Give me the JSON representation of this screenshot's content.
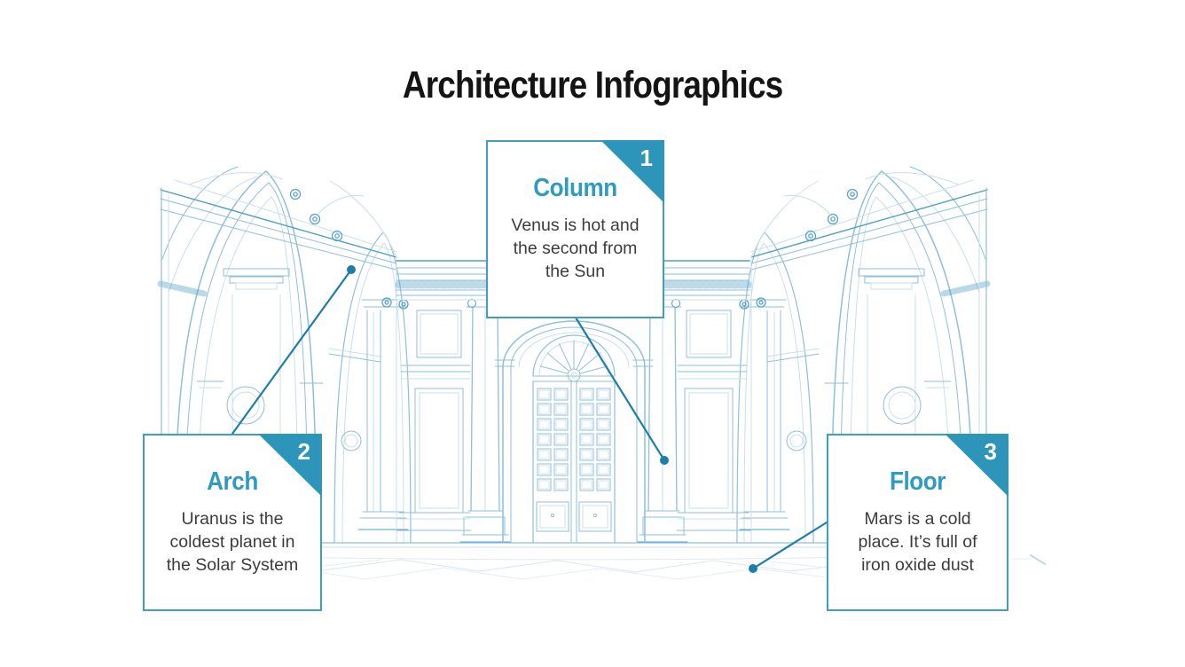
{
  "slide": {
    "title": "Architecture Infographics",
    "background": "#FFFFFF"
  },
  "cards": [
    {
      "number": "1",
      "heading": "Column",
      "body": "Venus is hot and\nthe second from\nthe Sun"
    },
    {
      "number": "2",
      "heading": "Arch",
      "body": "Uranus is the\ncoldest planet in\nthe Solar System"
    },
    {
      "number": "3",
      "heading": "Floor",
      "body": "Mars is a cold\nplace. It’s full of\niron oxide dust"
    }
  ],
  "colors": {
    "accent_teal": "#2E95BA",
    "heading_teal": "#2E9BBF",
    "card_border": "#3E9FBE",
    "connector": "#1E7FA6",
    "line_art_main": "#8FBFD9",
    "line_art_dark": "#4F9FC6",
    "line_art_faint": "#C9DFEC",
    "title_text": "#141414",
    "body_text": "#3C3C3C"
  },
  "illustration": {
    "name": "architecture-interior-line-drawing"
  },
  "icons": {
    "connector_dot": "●",
    "corner_badge": "folded-corner-triangle"
  }
}
